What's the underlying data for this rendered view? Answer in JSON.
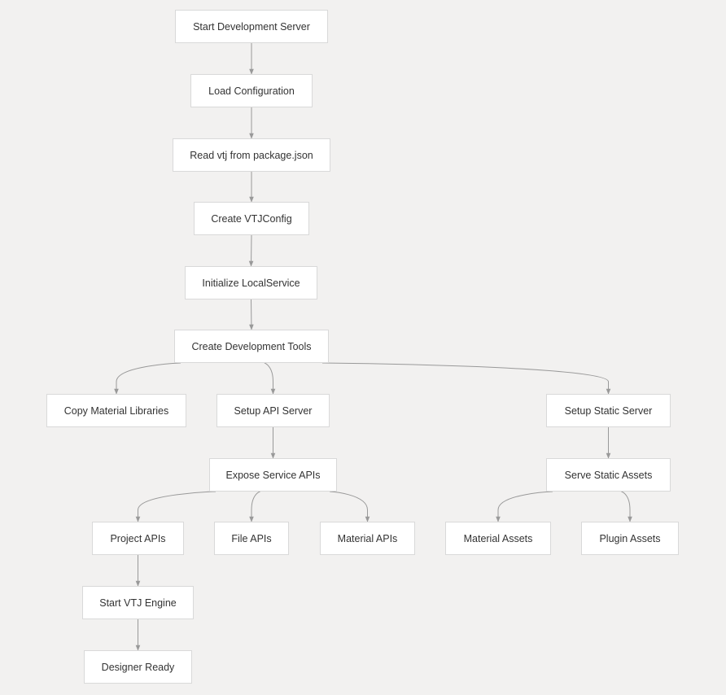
{
  "diagram": {
    "colors": {
      "background": "#f2f1f0",
      "node_fill": "#ffffff",
      "node_border": "#d9d9d9",
      "edge": "#999999",
      "text": "#333333"
    },
    "nodes": {
      "start_dev_server": "Start Development Server",
      "load_config": "Load Configuration",
      "read_vtj": "Read vtj from package.json",
      "create_vtjconfig": "Create VTJConfig",
      "init_localservice": "Initialize LocalService",
      "create_dev_tools": "Create Development Tools",
      "copy_material_libs": "Copy Material Libraries",
      "setup_api_server": "Setup API Server",
      "setup_static_server": "Setup Static Server",
      "expose_service_apis": "Expose Service APIs",
      "serve_static_assets": "Serve Static Assets",
      "project_apis": "Project APIs",
      "file_apis": "File APIs",
      "material_apis": "Material APIs",
      "material_assets": "Material Assets",
      "plugin_assets": "Plugin Assets",
      "start_vtj_engine": "Start VTJ Engine",
      "designer_ready": "Designer Ready"
    },
    "edges": [
      [
        "start_dev_server",
        "load_config"
      ],
      [
        "load_config",
        "read_vtj"
      ],
      [
        "read_vtj",
        "create_vtjconfig"
      ],
      [
        "create_vtjconfig",
        "init_localservice"
      ],
      [
        "init_localservice",
        "create_dev_tools"
      ],
      [
        "create_dev_tools",
        "copy_material_libs"
      ],
      [
        "create_dev_tools",
        "setup_api_server"
      ],
      [
        "create_dev_tools",
        "setup_static_server"
      ],
      [
        "setup_api_server",
        "expose_service_apis"
      ],
      [
        "setup_static_server",
        "serve_static_assets"
      ],
      [
        "expose_service_apis",
        "project_apis"
      ],
      [
        "expose_service_apis",
        "file_apis"
      ],
      [
        "expose_service_apis",
        "material_apis"
      ],
      [
        "serve_static_assets",
        "material_assets"
      ],
      [
        "serve_static_assets",
        "plugin_assets"
      ],
      [
        "project_apis",
        "start_vtj_engine"
      ],
      [
        "start_vtj_engine",
        "designer_ready"
      ]
    ]
  }
}
